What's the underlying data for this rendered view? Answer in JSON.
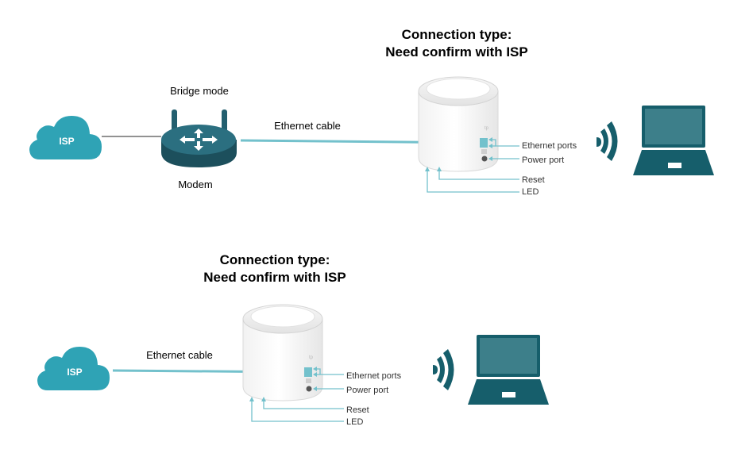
{
  "diagram1": {
    "title_line1": "Connection type:",
    "title_line2": "Need confirm with ISP",
    "isp_label": "ISP",
    "modem_mode_label": "Bridge mode",
    "modem_label": "Modem",
    "cable_label": "Ethernet cable",
    "callouts": {
      "ethernet_ports": "Ethernet ports",
      "power_port": "Power port",
      "reset": "Reset",
      "led": "LED"
    }
  },
  "diagram2": {
    "title_line1": "Connection type:",
    "title_line2": "Need confirm with ISP",
    "isp_label": "ISP",
    "cable_label": "Ethernet cable",
    "callouts": {
      "ethernet_ports": "Ethernet ports",
      "power_port": "Power port",
      "reset": "Reset",
      "led": "LED"
    }
  },
  "colors": {
    "cloud": "#2fa3b5",
    "modem": "#235f6f",
    "laptop_dark": "#165e6b",
    "laptop_screen": "#3d7f8a",
    "cable": "#73c1cc",
    "wifi": "#165e6b"
  },
  "icons": [
    "cloud-icon",
    "modem-icon",
    "router-icon",
    "laptop-icon",
    "wifi-signal-icon"
  ]
}
